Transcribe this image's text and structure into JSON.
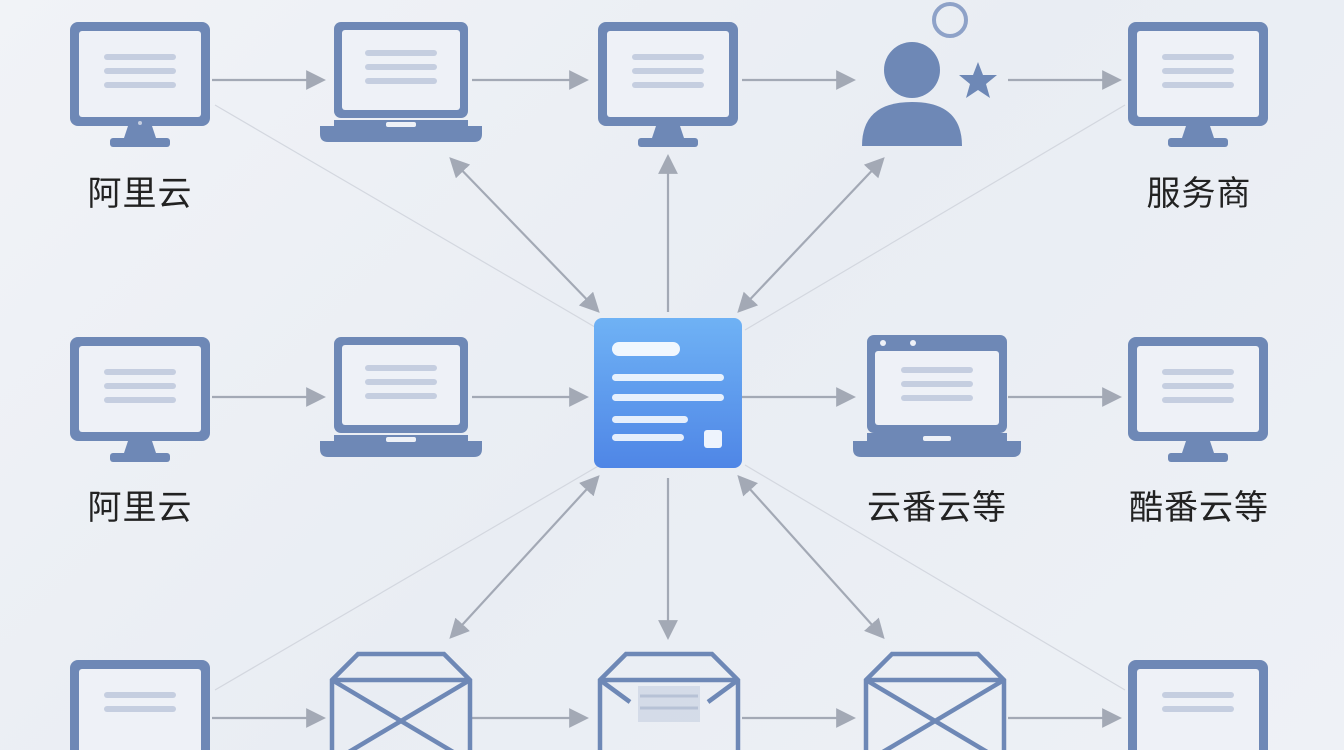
{
  "colors": {
    "device": "#6e88b6",
    "screen": "#eef1f7",
    "screen_line": "#c5cee0",
    "arrow": "#a3a9b5",
    "hub_top": "#6fb2f5",
    "hub_bottom": "#4f86e6",
    "background": "#eef1f6"
  },
  "labels": {
    "top_left": "阿里云",
    "top_right": "服务商",
    "mid_left": "阿里云",
    "mid_right_1": "云番云等",
    "mid_right_2": "酷番云等"
  },
  "icons": {
    "monitor": "monitor-icon",
    "laptop": "laptop-icon",
    "user": "user-star-icon",
    "hub": "document-hub-icon",
    "box": "box-icon"
  }
}
